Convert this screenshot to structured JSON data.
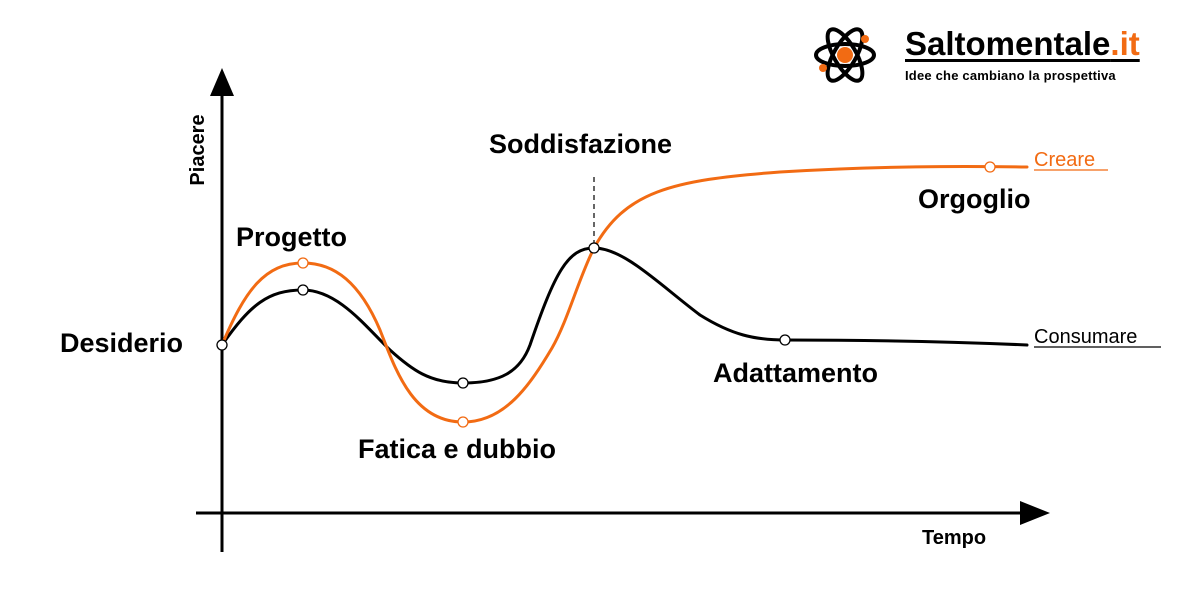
{
  "brand": {
    "name": "Saltomentale",
    "tld": ".it",
    "tagline": "Idee che cambiano la prospettiva",
    "logo_icon": "atom-icon"
  },
  "axes": {
    "y_label": "Piacere",
    "x_label": "Tempo"
  },
  "stages": {
    "desiderio": "Desiderio",
    "progetto": "Progetto",
    "fatica": "Fatica e dubbio",
    "soddisfazione": "Soddisfazione",
    "adattamento": "Adattamento",
    "orgoglio": "Orgoglio"
  },
  "curves": {
    "creare": {
      "label": "Creare",
      "color": "#f26b13"
    },
    "consumare": {
      "label": "Consumare",
      "color": "#000000"
    }
  },
  "colors": {
    "accent": "#f26b13",
    "ink": "#000000"
  }
}
